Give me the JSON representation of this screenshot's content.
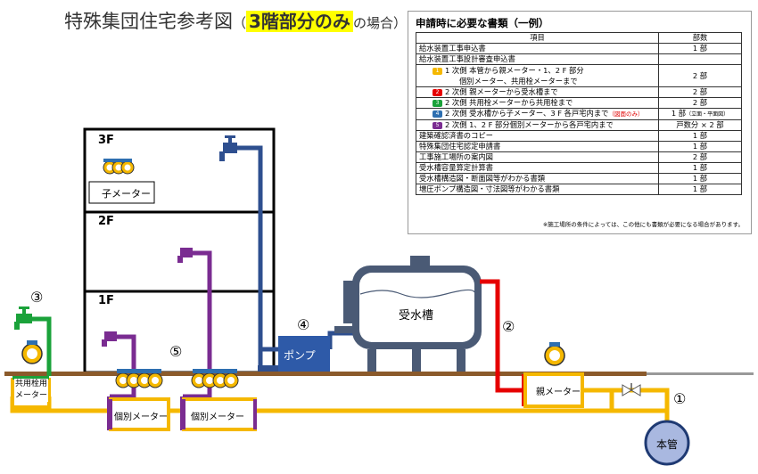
{
  "title": {
    "main": "特殊集団住宅参考図",
    "open": "（",
    "highlight": "3階部分のみ",
    "tail": "の場合）"
  },
  "floors": {
    "f3": "3F",
    "f2": "2F",
    "f1": "1F"
  },
  "labels": {
    "child_meter": "子メーター",
    "pump": "ポンプ",
    "tank": "受水槽",
    "parent_meter": "親メーター",
    "shared_meter_line1": "共用栓用",
    "shared_meter_line2": "メーター",
    "individual_meter_1": "個別メーター",
    "individual_meter_2": "個別メーター",
    "main_pipe": "本管"
  },
  "markers": {
    "m1": "①",
    "m2": "②",
    "m3": "③",
    "m4": "④",
    "m5": "⑤"
  },
  "docs": {
    "title": "申請時に必要な書類（一例）",
    "header_item": "項目",
    "header_count": "部数",
    "rows": [
      {
        "item": "給水装置工事申込書",
        "count": "1 部"
      },
      {
        "item": "給水装置工事設計審査申込書",
        "count": ""
      },
      {
        "tag": "1",
        "item": "1 次側 本管から親メーター・1、2 F 部分",
        "count": "2 部"
      },
      {
        "item": "個別メーター、共用栓メーターまで",
        "count": ""
      },
      {
        "tag": "2",
        "item": "2 次側 親メーターから受水槽まで",
        "count": "2 部"
      },
      {
        "tag": "3",
        "item": "2 次側 共用栓メーターから共用栓まで",
        "count": "2 部"
      },
      {
        "tag": "4",
        "item": "2 次側 受水槽から子メーター、3 F 各戸宅内まで",
        "item_note": "（図面のみ）",
        "count": "1 部",
        "count_note": "（立面・平面図）"
      },
      {
        "tag": "5",
        "item": "2 次側 1、2 F 部分個別メーターから各戸宅内まで",
        "count": "戸数分 × 2 部"
      },
      {
        "item": "建築確認済書のコピー",
        "count": "1 部"
      },
      {
        "item": "特殊集団住宅認定申請書",
        "count": "1 部"
      },
      {
        "item": "工事施工場所の案内図",
        "count": "2 部"
      },
      {
        "item": "受水槽容量算定計算書",
        "count": "1 部"
      },
      {
        "item": "受水槽構造図・断面図等がわかる書類",
        "count": "1 部"
      },
      {
        "item": "増圧ポンプ構造図・寸法図等がわかる書類",
        "count": "1 部"
      }
    ],
    "note": "※施工場所の条件によっては、この他にも書類が必要になる場合があります。"
  },
  "colors": {
    "blue_pipe": "#2e4f8f",
    "purple_pipe": "#7a2c91",
    "green_pipe": "#1aa23a",
    "red_pipe": "#e60000",
    "yellow_pipe": "#f5b800",
    "ground": "#8b5a2b",
    "tank": "#4a5a75",
    "pump": "#2e5aa8",
    "main_pipe": "#a9b8e0",
    "title_highlight": "#ffff00"
  }
}
